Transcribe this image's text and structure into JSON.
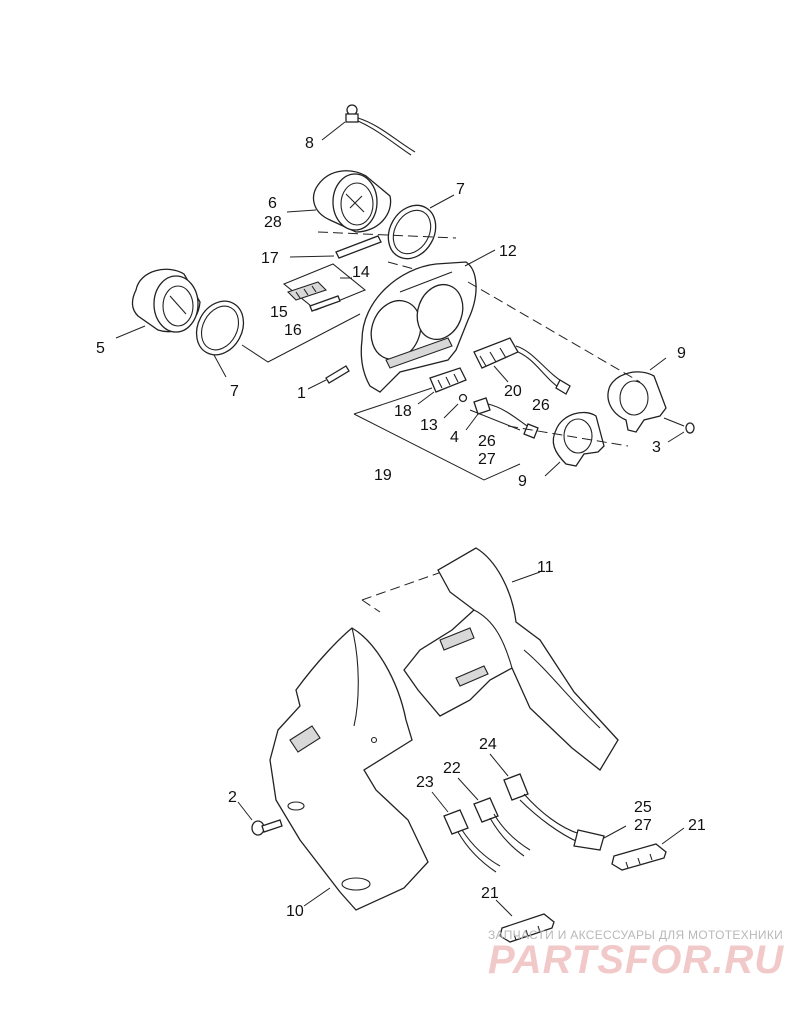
{
  "diagram": {
    "labels": {
      "l8": "8",
      "l6": "6",
      "l28": "28",
      "l7a": "7",
      "l17": "17",
      "l12": "12",
      "l14": "14",
      "l15": "15",
      "l16": "16",
      "l5": "5",
      "l7b": "7",
      "l1": "1",
      "l20": "20",
      "l9a": "9",
      "l26a": "26",
      "l18": "18",
      "l13": "13",
      "l4": "4",
      "l26b": "26",
      "l27a": "27",
      "l3": "3",
      "l19": "19",
      "l9b": "9",
      "l11": "11",
      "l24": "24",
      "l23": "23",
      "l22": "22",
      "l2": "2",
      "l25": "25",
      "l27b": "27",
      "l21a": "21",
      "l10": "10",
      "l21b": "21"
    }
  },
  "watermark": {
    "text": "ЗАПЧАСТИ И АКСЕССУАРЫ ДЛЯ МОТОТЕХНИКИ",
    "logo": "PARTSFOR.RU",
    "colors": {
      "text": "#b8b8b8",
      "logo": "#f2c9c9"
    }
  }
}
